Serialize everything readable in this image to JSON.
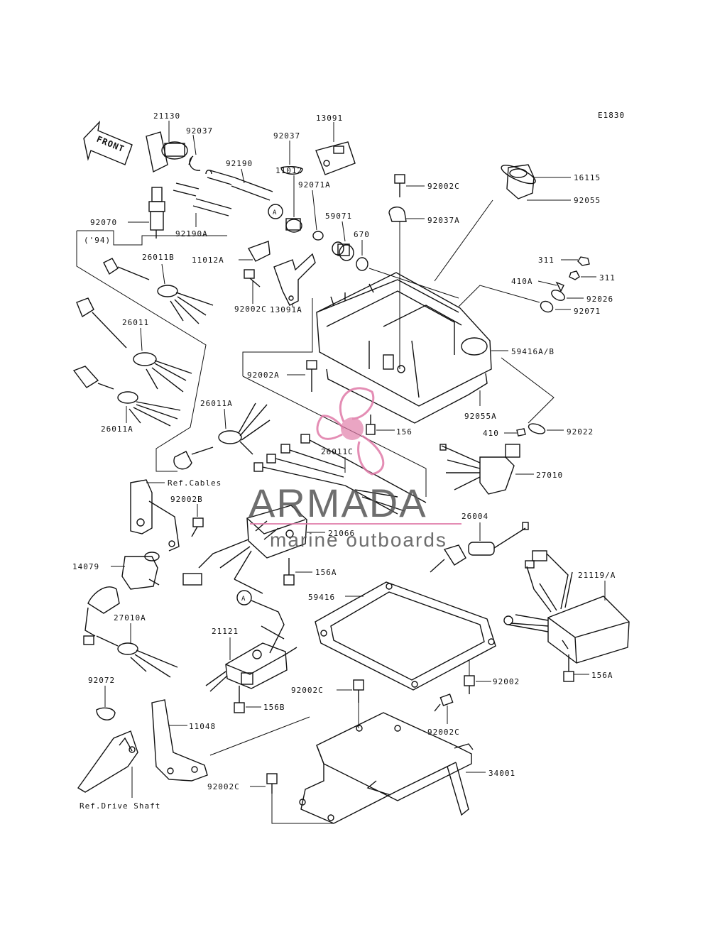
{
  "figure_code": "E1830",
  "front_label": "FRONT",
  "watermark": {
    "brand": "ARMADA",
    "tagline": "marine outboards",
    "accent_color": "#e07aa8",
    "text_color": "#555555"
  },
  "parts": {
    "p21130": "21130",
    "p92037a": "92037",
    "p13091": "13091",
    "p92037b": "92037",
    "p92190": "92190",
    "p11012": "11012",
    "p92071A": "92071A",
    "p59071": "59071",
    "p670": "670",
    "p92190A": "92190A",
    "p92070": "92070",
    "p94": "('94)",
    "p26011B": "26011B",
    "p11012A": "11012A",
    "p92002C_top": "92002C",
    "p92037A": "92037A",
    "p16115": "16115",
    "p92055": "92055",
    "p311a": "311",
    "p311b": "311",
    "p410A": "410A",
    "p92026": "92026",
    "p92071": "92071",
    "p92002C_mid": "92002C",
    "p13091A": "13091A",
    "p26011": "26011",
    "p59416AB": "59416A/B",
    "p92002A": "92002A",
    "p92055A": "92055A",
    "p26011A_left": "26011A",
    "p156": "156",
    "p410": "410",
    "p92022": "92022",
    "p26011A": "26011A",
    "p26011C": "26011C",
    "p27010": "27010",
    "pRefCables": "Ref.Cables",
    "p92002B": "92002B",
    "p21066": "21066",
    "p26004": "26004",
    "p14079": "14079",
    "p156A_mid": "156A",
    "p59416": "59416",
    "p21119A": "21119/A",
    "pA1": "A",
    "pA2": "A",
    "p27010A": "27010A",
    "p21121": "21121",
    "p92072": "92072",
    "p92002C_low": "92002C",
    "p92002": "92002",
    "p156A_right": "156A",
    "p156B": "156B",
    "p11048": "11048",
    "p92002C_low2": "92002C",
    "p34001": "34001",
    "p92002C_bottom": "92002C",
    "pRefDrive": "Ref.Drive Shaft"
  }
}
